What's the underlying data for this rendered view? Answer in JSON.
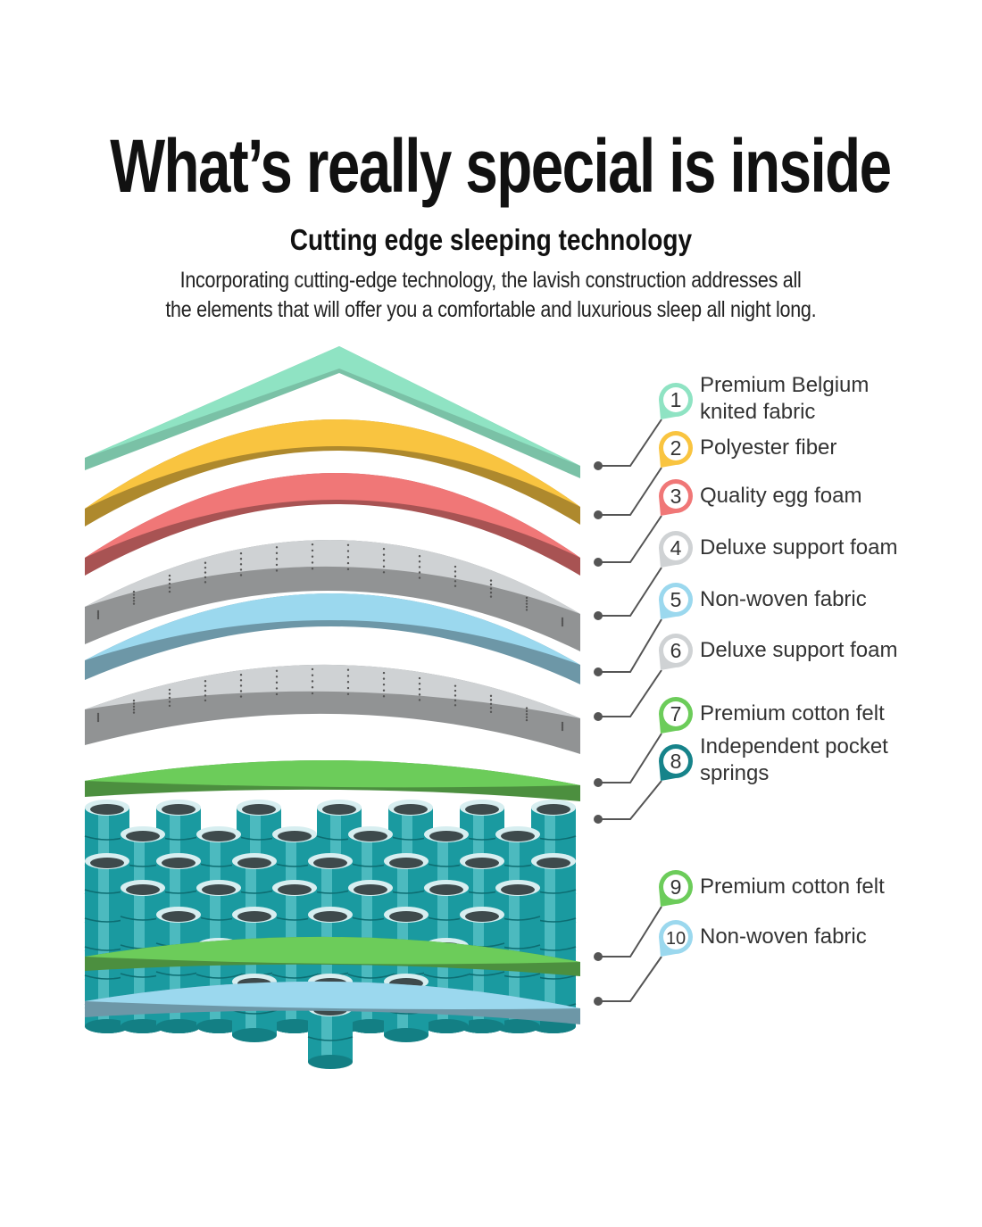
{
  "header": {
    "title": "What’s really special is inside",
    "subtitle": "Cutting edge sleeping technology",
    "description_lines": [
      "Incorporating cutting-edge technology, the lavish construction addresses all",
      "the elements that will offer you a comfortable and luxurious sleep all night long."
    ]
  },
  "layers": [
    {
      "number": "1",
      "lines": [
        "Premium Belgium",
        "knited fabric"
      ],
      "color": "#8fe3c3"
    },
    {
      "number": "2",
      "lines": [
        "Polyester fiber"
      ],
      "color": "#f9c440"
    },
    {
      "number": "3",
      "lines": [
        "Quality egg foam"
      ],
      "color": "#f07777"
    },
    {
      "number": "4",
      "lines": [
        "Deluxe support foam"
      ],
      "color": "#cfd2d4"
    },
    {
      "number": "5",
      "lines": [
        "Non-woven fabric"
      ],
      "color": "#9bd8ee"
    },
    {
      "number": "6",
      "lines": [
        "Deluxe support foam"
      ],
      "color": "#cfd2d4"
    },
    {
      "number": "7",
      "lines": [
        "Premium cotton felt"
      ],
      "color": "#6ccc5a"
    },
    {
      "number": "8",
      "lines": [
        "Independent pocket",
        "springs"
      ],
      "color": "#16838a"
    },
    {
      "number": "9",
      "lines": [
        "Premium cotton felt"
      ],
      "color": "#6ccc5a"
    },
    {
      "number": "10",
      "lines": [
        "Non-woven fabric"
      ],
      "color": "#9bd8ee"
    }
  ]
}
